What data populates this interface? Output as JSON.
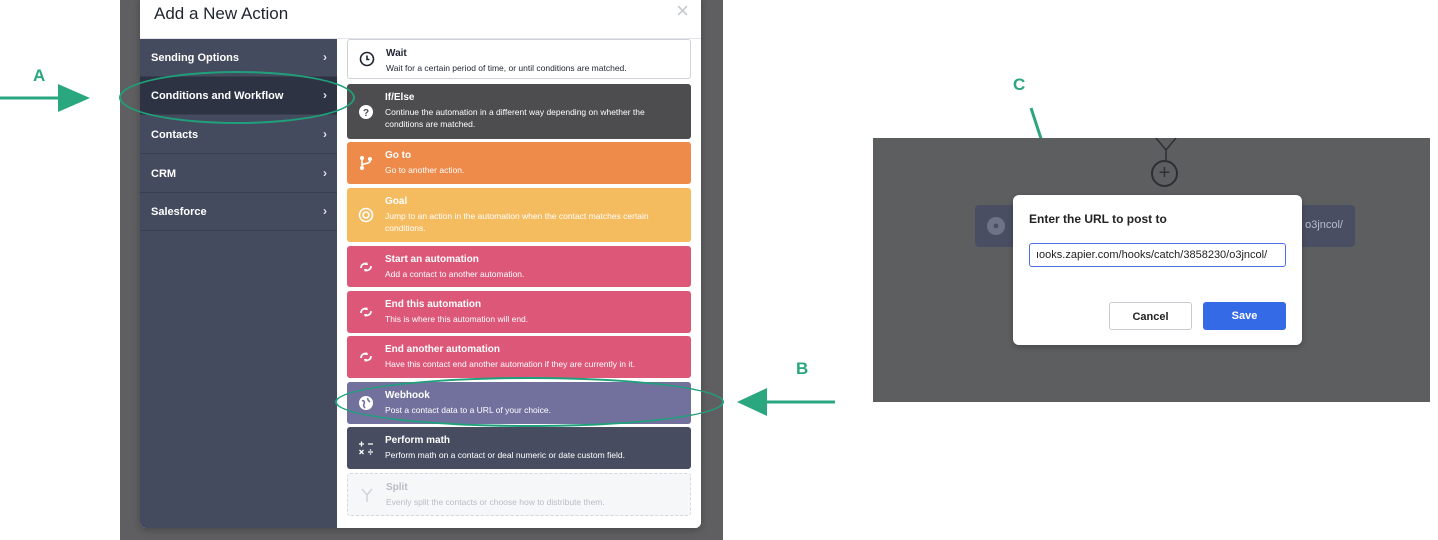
{
  "modal": {
    "title": "Add a New Action",
    "close_glyph": "×"
  },
  "sidebar": {
    "items": [
      {
        "label": "Sending Options",
        "chevron": "›"
      },
      {
        "label": "Conditions and Workflow",
        "chevron": "›"
      },
      {
        "label": "Contacts",
        "chevron": "›"
      },
      {
        "label": "CRM",
        "chevron": "›"
      },
      {
        "label": "Salesforce",
        "chevron": "›"
      }
    ],
    "active_index": 1
  },
  "actions": [
    {
      "title": "Wait",
      "desc": "Wait for a certain period of time, or until conditions are matched.",
      "icon": "clock-icon",
      "color": "#ffffff"
    },
    {
      "title": "If/Else",
      "desc": "Continue the automation in a different way depending on whether the conditions are matched.",
      "icon": "question-icon",
      "color": "#4d4d4f"
    },
    {
      "title": "Go to",
      "desc": "Go to another action.",
      "icon": "branch-icon",
      "color": "#ee8b4b"
    },
    {
      "title": "Goal",
      "desc": "Jump to an action in the automation when the contact matches certain conditions.",
      "icon": "target-icon",
      "color": "#f5bb5f"
    },
    {
      "title": "Start an automation",
      "desc": "Add a contact to another automation.",
      "icon": "sync-icon",
      "color": "#dc5778"
    },
    {
      "title": "End this automation",
      "desc": "This is where this automation will end.",
      "icon": "sync-icon",
      "color": "#dc5778"
    },
    {
      "title": "End another automation",
      "desc": "Have this contact end another automation if they are currently in it.",
      "icon": "sync-icon",
      "color": "#dc5778"
    },
    {
      "title": "Webhook",
      "desc": "Post a contact data to a URL of your choice.",
      "icon": "globe-icon",
      "color": "#72719e"
    },
    {
      "title": "Perform math",
      "desc": "Perform math on a contact or deal numeric or date custom field.",
      "icon": "math-icon",
      "color": "#474c60"
    },
    {
      "title": "Split",
      "desc": "Evenly split the contacts or choose how to distribute them.",
      "icon": "split-icon",
      "color": "#f6f7f9"
    }
  ],
  "annotations": {
    "a": "A",
    "b": "B",
    "c": "C",
    "accent": "#2aa77f"
  },
  "right_panel": {
    "node_text": "o3jncol/",
    "dialog": {
      "title": "Enter the URL to post to",
      "input_value": "ıooks.zapier.com/hooks/catch/3858230/o3jncol/",
      "cancel_label": "Cancel",
      "save_label": "Save"
    }
  }
}
